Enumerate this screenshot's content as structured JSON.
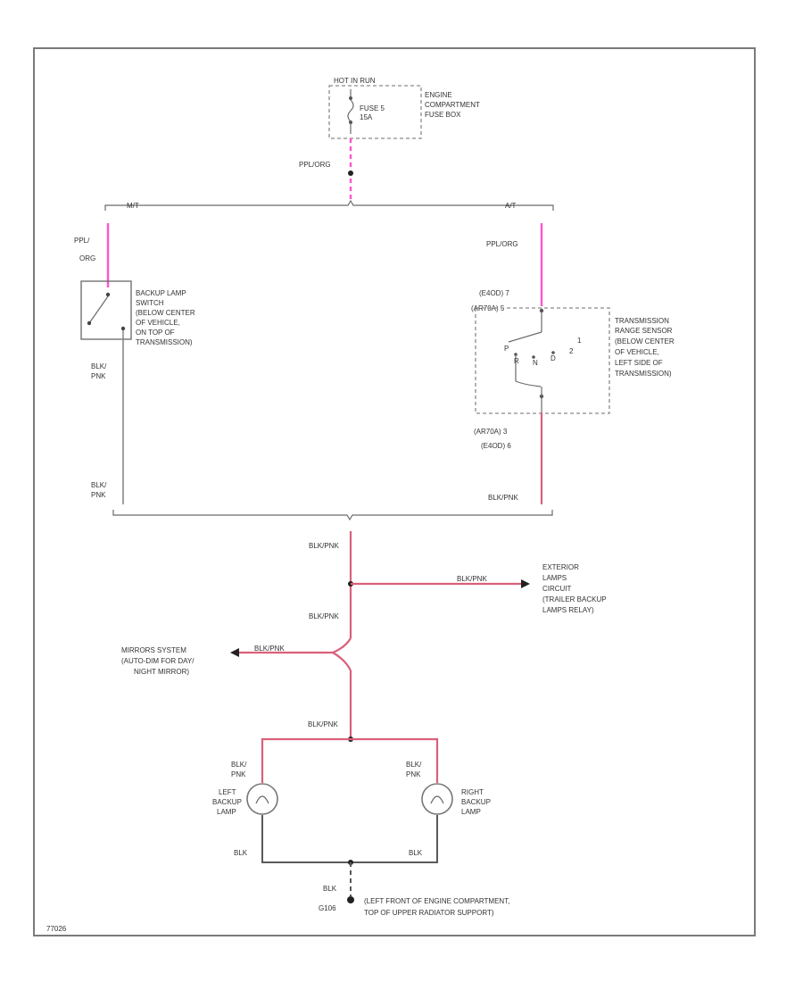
{
  "fuse": {
    "header": "HOT IN RUN",
    "fuse_line1": "FUSE 5",
    "fuse_line2": "15A",
    "box_label": [
      "ENGINE",
      "COMPARTMENT",
      "FUSE BOX"
    ]
  },
  "wires": {
    "feed": "PPL/ORG",
    "mt_feed": [
      "PPL/",
      "ORG"
    ],
    "at_feed": "PPL/ORG",
    "mt_ret_top": [
      "BLK/",
      "PNK"
    ],
    "mt_ret_bot": [
      "BLK/",
      "PNK"
    ],
    "at_ret": "BLK/PNK",
    "trunk1": "BLK/PNK",
    "ext_branch": "BLK/PNK",
    "trunk2": "BLK/PNK",
    "mirror_branch": "BLK/PNK",
    "trunk3": "BLK/PNK",
    "left_lamp_wire": [
      "BLK/",
      "PNK"
    ],
    "right_lamp_wire": [
      "BLK/",
      "PNK"
    ],
    "left_ground": "BLK",
    "right_ground": "BLK",
    "ground_wire": "BLK"
  },
  "branches": {
    "mt": "M/T",
    "at": "A/T"
  },
  "backup_switch": [
    "BACKUP LAMP",
    "SWITCH",
    "(BELOW CENTER",
    "OF VEHICLE,",
    "ON TOP OF",
    "TRANSMISSION)"
  ],
  "range_sensor": {
    "label": [
      "TRANSMISSION",
      "RANGE SENSOR",
      "(BELOW CENTER",
      "OF VEHICLE,",
      "LEFT SIDE OF",
      "TRANSMISSION)"
    ],
    "pin_top_a": "(E4OD)  7",
    "pin_top_b": "(AR70A)  5",
    "pin_bot_a": "(AR70A)  3",
    "pin_bot_b": "(E4OD)  6",
    "positions": [
      "P",
      "R",
      "N",
      "D",
      "2",
      "1"
    ]
  },
  "exterior": [
    "EXTERIOR",
    "LAMPS",
    "CIRCUIT",
    "(TRAILER BACKUP",
    "LAMPS RELAY)"
  ],
  "mirrors": [
    "MIRRORS SYSTEM",
    "(AUTO-DIM FOR DAY/",
    "NIGHT MIRROR)"
  ],
  "left_lamp": [
    "LEFT",
    "BACKUP",
    "LAMP"
  ],
  "right_lamp": [
    "RIGHT",
    "BACKUP",
    "LAMP"
  ],
  "ground": {
    "id": "G106",
    "location": [
      "(LEFT FRONT OF ENGINE COMPARTMENT,",
      "TOP OF UPPER RADIATOR SUPPORT)"
    ]
  },
  "figure_id": "77026"
}
